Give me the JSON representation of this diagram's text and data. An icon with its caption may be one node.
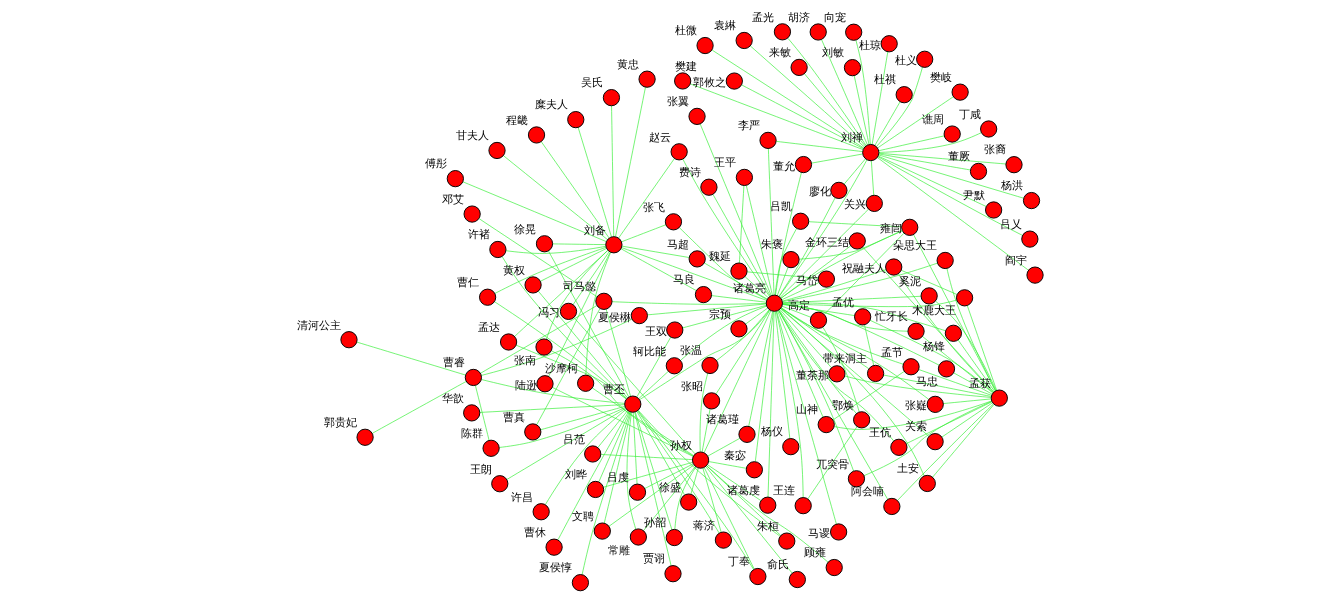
{
  "diagram": {
    "nodes": [
      {
        "text": [
          "山神"
        ]
      },
      {
        "text": [
          "孟节"
        ]
      },
      {
        "text": [
          "蒋济"
        ]
      },
      {
        "text": [
          "张温"
        ]
      },
      {
        "text": [
          "俞氏"
        ]
      },
      {
        "text": [
          "吕虔"
        ]
      },
      {
        "text": [
          "孙韶"
        ]
      },
      {
        "text": [
          "鄂焕"
        ]
      },
      {
        "text": [
          "王连"
        ]
      },
      {
        "text": [
          "朱褒"
        ]
      },
      {
        "text": [
          "带来洞主"
        ]
      },
      {
        "text": [
          "文聘"
        ]
      },
      {
        "text": [
          "忙牙长"
        ]
      },
      {
        "text": [
          "高定"
        ]
      },
      {
        "text": [
          "许褚"
        ]
      },
      {
        "text": [
          "土安"
        ]
      },
      {
        "text": [
          "关索"
        ]
      },
      {
        "text": [
          "孟优"
        ]
      },
      {
        "text": [
          "金环三结"
        ]
      },
      {
        "text": [
          "祝融夫人"
        ]
      },
      {
        "text": [
          "秦宓"
        ]
      },
      {
        "text": [
          "徐盛"
        ]
      },
      {
        "text": [
          "徐晃"
        ]
      },
      {
        "text": [
          "冯习"
        ]
      },
      {
        "text": [
          "张南"
        ]
      },
      {
        "text": [
          "丁奉"
        ]
      },
      {
        "text": [
          "顾雍"
        ]
      },
      {
        "text": [
          "陆逊"
        ]
      },
      {
        "text": [
          "阿会喃"
        ]
      },
      {
        "text": [
          "马忠"
        ]
      },
      {
        "text": [
          "奚泥"
        ]
      },
      {
        "text": [
          "沙摩柯"
        ]
      },
      {
        "text": [
          "甘夫人"
        ]
      },
      {
        "text": [
          "王双"
        ]
      },
      {
        "text": [
          "张昭"
        ]
      },
      {
        "text": [
          "魏延"
        ]
      },
      {
        "text": [
          "吕凯"
        ]
      },
      {
        "text": [
          "朵思大王"
        ]
      },
      {
        "text": [
          "吴氏"
        ]
      },
      {
        "text": [
          "曹仁"
        ]
      },
      {
        "text": [
          "刘晔"
        ]
      },
      {
        "text": [
          "孙权"
        ]
      },
      {
        "text": [
          "董荼那"
        ]
      },
      {
        "text": [
          "木鹿大王"
        ]
      },
      {
        "text": [
          "朱桓"
        ]
      },
      {
        "text": [
          "常雕"
        ]
      },
      {
        "text": [
          "诸葛瑾"
        ]
      },
      {
        "text": [
          "张嶷"
        ]
      },
      {
        "text": [
          "杨锋"
        ]
      },
      {
        "text": [
          "马岱"
        ]
      },
      {
        "text": [
          "糜夫人"
        ]
      },
      {
        "text": [
          "刘备"
        ]
      },
      {
        "text": [
          "马超"
        ]
      },
      {
        "text": [
          "雍闿"
        ]
      },
      {
        "text": [
          "吕范"
        ]
      },
      {
        "text": [
          "曹丕"
        ]
      },
      {
        "text": [
          "诸葛亮"
        ]
      },
      {
        "text": [
          "赵云"
        ]
      },
      {
        "text": [
          "孟获"
        ]
      },
      {
        "text": [
          "张飞"
        ]
      },
      {
        "text": [
          "张翼"
        ]
      },
      {
        "text": [
          "王平"
        ]
      },
      {
        "text": [
          "兀突骨"
        ]
      },
      {
        "text": [
          "轲比能"
        ]
      },
      {
        "text": [
          "傅彤"
        ]
      },
      {
        "text": [
          "马良"
        ]
      },
      {
        "text": [
          "孟达"
        ]
      },
      {
        "text": [
          "关兴"
        ]
      },
      {
        "text": [
          "马谡"
        ]
      },
      {
        "text": [
          "宗预"
        ]
      },
      {
        "text": [
          "曹真"
        ]
      },
      {
        "text": [
          "邓艾"
        ]
      },
      {
        "text": [
          "许昌"
        ]
      },
      {
        "text": [
          "程畿"
        ]
      },
      {
        "text": [
          "诸葛虔"
        ]
      },
      {
        "text": [
          "贾诩"
        ]
      },
      {
        "text": [
          "黄权"
        ]
      },
      {
        "text": [
          "曹休"
        ]
      },
      {
        "text": [
          "司马懿"
        ]
      },
      {
        "text": [
          "黄忠"
        ]
      },
      {
        "text": [
          "李严"
        ]
      },
      {
        "text": [
          "樊建"
        ]
      },
      {
        "text": [
          "董厥"
        ]
      },
      {
        "text": [
          "王伉"
        ]
      },
      {
        "text": [
          "廖化"
        ]
      },
      {
        "text": [
          "王朗"
        ]
      },
      {
        "text": [
          "华歆"
        ]
      },
      {
        "text": [
          "曹睿"
        ]
      },
      {
        "text": [
          "杜琼"
        ]
      },
      {
        "text": [
          "夏侯惇"
        ]
      },
      {
        "text": [
          "刘禅"
        ]
      },
      {
        "text": [
          "董允"
        ]
      },
      {
        "text": [
          "谯周"
        ]
      },
      {
        "text": [
          "费诗"
        ]
      },
      {
        "text": [
          "杨仪"
        ]
      },
      {
        "text": [
          "夏侯楙"
        ]
      },
      {
        "text": [
          "陈群"
        ]
      },
      {
        "text": [
          "吕乂"
        ]
      },
      {
        "text": [
          "杨洪"
        ]
      },
      {
        "text": [
          "郭攸之"
        ]
      },
      {
        "text": [
          "樊岐"
        ]
      },
      {
        "text": [
          "杜义"
        ]
      },
      {
        "text": [
          "袁綝"
        ]
      },
      {
        "text": [
          "杜微"
        ]
      },
      {
        "text": [
          "胡济"
        ]
      },
      {
        "text": [
          "张裔"
        ]
      },
      {
        "text": [
          "尹默"
        ]
      },
      {
        "text": [
          "丁咸"
        ]
      },
      {
        "text": [
          "郭贵妃"
        ]
      },
      {
        "text": [
          "杜祺"
        ]
      },
      {
        "text": [
          "阎宇"
        ]
      },
      {
        "text": [
          "清河公主"
        ]
      },
      {
        "text": [
          "刘敏"
        ]
      },
      {
        "text": [
          "孟光"
        ]
      },
      {
        "text": [
          "来敏"
        ]
      },
      {
        "text": [
          "向宠"
        ]
      }
    ],
    "edges": [
      {
        "from": 0,
        "to": 58,
        "arrow": "none"
      },
      {
        "from": 0,
        "to": 56,
        "arrow": "none"
      },
      {
        "from": 0,
        "to": 1,
        "arrow": "none"
      },
      {
        "from": 1,
        "to": 58,
        "arrow": "none"
      },
      {
        "from": 1,
        "to": 56,
        "arrow": "none"
      },
      {
        "from": 10,
        "to": 58,
        "arrow": "none"
      },
      {
        "from": 10,
        "to": 56,
        "arrow": "none"
      },
      {
        "from": 10,
        "to": 17,
        "arrow": "none"
      },
      {
        "from": 15,
        "to": 58,
        "arrow": "none"
      },
      {
        "from": 15,
        "to": 56,
        "arrow": "none"
      },
      {
        "from": 17,
        "to": 58,
        "arrow": "none"
      },
      {
        "from": 17,
        "to": 56,
        "arrow": "none"
      },
      {
        "from": 19,
        "to": 58,
        "arrow": "none"
      },
      {
        "from": 19,
        "to": 56,
        "arrow": "none"
      },
      {
        "from": 19,
        "to": 43,
        "arrow": "none"
      },
      {
        "from": 30,
        "to": 58,
        "arrow": "none"
      },
      {
        "from": 30,
        "to": 56,
        "arrow": "none"
      },
      {
        "from": 37,
        "to": 58,
        "arrow": "none"
      },
      {
        "from": 37,
        "to": 56,
        "arrow": "none"
      },
      {
        "from": 43,
        "to": 58,
        "arrow": "none"
      },
      {
        "from": 43,
        "to": 56,
        "arrow": "none"
      },
      {
        "from": 48,
        "to": 58,
        "arrow": "none"
      },
      {
        "from": 48,
        "to": 56,
        "arrow": "none"
      },
      {
        "from": 62,
        "to": 58,
        "arrow": "none"
      },
      {
        "from": 62,
        "to": 56,
        "arrow": "none"
      },
      {
        "from": 36,
        "to": 56,
        "arrow": "none"
      },
      {
        "from": 36,
        "to": 53,
        "arrow": "none"
      },
      {
        "from": 53,
        "to": 56,
        "arrow": "none"
      },
      {
        "from": 53,
        "to": 58,
        "arrow": "none"
      },
      {
        "from": 42,
        "to": 58,
        "arrow": "none"
      },
      {
        "from": 42,
        "to": 56,
        "arrow": "none"
      },
      {
        "from": 28,
        "to": 58,
        "arrow": "none"
      },
      {
        "from": 28,
        "to": 56,
        "arrow": "none"
      },
      {
        "from": 18,
        "to": 58,
        "arrow": "none"
      },
      {
        "from": 18,
        "to": 56,
        "arrow": "none"
      },
      {
        "from": 13,
        "to": 56,
        "arrow": "none"
      },
      {
        "from": 13,
        "to": 53,
        "arrow": "none"
      },
      {
        "from": 9,
        "to": 56,
        "arrow": "none"
      },
      {
        "from": 9,
        "to": 53,
        "arrow": "none"
      },
      {
        "from": 7,
        "to": 56,
        "arrow": "none"
      },
      {
        "from": 7,
        "to": 13,
        "arrow": "none"
      },
      {
        "from": 8,
        "to": 56,
        "arrow": "none"
      },
      {
        "from": 8,
        "to": 7,
        "arrow": "none"
      },
      {
        "from": 12,
        "to": 58,
        "arrow": "none"
      },
      {
        "from": 12,
        "to": 56,
        "arrow": "none"
      },
      {
        "from": 16,
        "to": 56,
        "arrow": "none"
      },
      {
        "from": 16,
        "to": 58,
        "arrow": "none"
      },
      {
        "from": 29,
        "to": 56,
        "arrow": "none"
      },
      {
        "from": 29,
        "to": 58,
        "arrow": "none"
      },
      {
        "from": 47,
        "to": 56,
        "arrow": "none"
      },
      {
        "from": 47,
        "to": 58,
        "arrow": "none"
      },
      {
        "from": 61,
        "to": 56,
        "arrow": "none"
      },
      {
        "from": 61,
        "to": 35,
        "arrow": "none"
      },
      {
        "from": 49,
        "to": 56,
        "arrow": "none"
      },
      {
        "from": 49,
        "to": 35,
        "arrow": "none"
      },
      {
        "from": 35,
        "to": 56,
        "arrow": "none"
      },
      {
        "from": 57,
        "to": 56,
        "arrow": "none"
      },
      {
        "from": 83,
        "to": 56,
        "arrow": "none"
      },
      {
        "from": 83,
        "to": 58,
        "arrow": "none"
      },
      {
        "from": 60,
        "to": 56,
        "arrow": "none"
      },
      {
        "from": 69,
        "to": 56,
        "arrow": "none"
      },
      {
        "from": 2,
        "to": 55,
        "arrow": "none"
      },
      {
        "from": 2,
        "to": 41,
        "arrow": "none"
      },
      {
        "from": 3,
        "to": 41,
        "arrow": "none"
      },
      {
        "from": 3,
        "to": 56,
        "arrow": "none"
      },
      {
        "from": 4,
        "to": 41,
        "arrow": "none"
      },
      {
        "from": 5,
        "to": 55,
        "arrow": "none"
      },
      {
        "from": 5,
        "to": 41,
        "arrow": "none"
      },
      {
        "from": 6,
        "to": 41,
        "arrow": "none"
      },
      {
        "from": 6,
        "to": 55,
        "arrow": "none"
      },
      {
        "from": 11,
        "to": 55,
        "arrow": "none"
      },
      {
        "from": 11,
        "to": 41,
        "arrow": "none"
      },
      {
        "from": 14,
        "to": 55,
        "arrow": "none"
      },
      {
        "from": 14,
        "to": 51,
        "arrow": "none"
      },
      {
        "from": 20,
        "to": 56,
        "arrow": "none"
      },
      {
        "from": 20,
        "to": 41,
        "arrow": "none"
      },
      {
        "from": 21,
        "to": 41,
        "arrow": "none"
      },
      {
        "from": 21,
        "to": 55,
        "arrow": "none"
      },
      {
        "from": 22,
        "to": 55,
        "arrow": "none"
      },
      {
        "from": 22,
        "to": 51,
        "arrow": "none"
      },
      {
        "from": 25,
        "to": 41,
        "arrow": "none"
      },
      {
        "from": 25,
        "to": 55,
        "arrow": "none"
      },
      {
        "from": 26,
        "to": 41,
        "arrow": "none"
      },
      {
        "from": 27,
        "to": 41,
        "arrow": "none"
      },
      {
        "from": 27,
        "to": 51,
        "arrow": "none"
      },
      {
        "from": 33,
        "to": 56,
        "arrow": "none"
      },
      {
        "from": 33,
        "to": 55,
        "arrow": "none"
      },
      {
        "from": 34,
        "to": 41,
        "arrow": "none"
      },
      {
        "from": 34,
        "to": 56,
        "arrow": "none"
      },
      {
        "from": 40,
        "to": 55,
        "arrow": "none"
      },
      {
        "from": 40,
        "to": 41,
        "arrow": "none"
      },
      {
        "from": 39,
        "to": 55,
        "arrow": "none"
      },
      {
        "from": 39,
        "to": 51,
        "arrow": "none"
      },
      {
        "from": 46,
        "to": 41,
        "arrow": "none"
      },
      {
        "from": 46,
        "to": 56,
        "arrow": "none"
      },
      {
        "from": 23,
        "to": 51,
        "arrow": "none"
      },
      {
        "from": 23,
        "to": 41,
        "arrow": "none"
      },
      {
        "from": 24,
        "to": 51,
        "arrow": "none"
      },
      {
        "from": 24,
        "to": 41,
        "arrow": "none"
      },
      {
        "from": 31,
        "to": 51,
        "arrow": "none"
      },
      {
        "from": 31,
        "to": 41,
        "arrow": "none"
      },
      {
        "from": 32,
        "to": 51,
        "arrow": "none"
      },
      {
        "from": 38,
        "to": 51,
        "arrow": "none"
      },
      {
        "from": 44,
        "to": 41,
        "arrow": "none"
      },
      {
        "from": 44,
        "to": 55,
        "arrow": "none"
      },
      {
        "from": 45,
        "to": 55,
        "arrow": "none"
      },
      {
        "from": 45,
        "to": 41,
        "arrow": "none"
      },
      {
        "from": 50,
        "to": 51,
        "arrow": "none"
      },
      {
        "from": 52,
        "to": 51,
        "arrow": "none"
      },
      {
        "from": 52,
        "to": 56,
        "arrow": "none"
      },
      {
        "from": 54,
        "to": 41,
        "arrow": "none"
      },
      {
        "from": 54,
        "to": 55,
        "arrow": "none"
      },
      {
        "from": 59,
        "to": 51,
        "arrow": "none"
      },
      {
        "from": 59,
        "to": 56,
        "arrow": "none"
      },
      {
        "from": 63,
        "to": 55,
        "arrow": "none"
      },
      {
        "from": 63,
        "to": 56,
        "arrow": "none"
      },
      {
        "from": 64,
        "to": 51,
        "arrow": "none"
      },
      {
        "from": 65,
        "to": 51,
        "arrow": "none"
      },
      {
        "from": 65,
        "to": 56,
        "arrow": "none"
      },
      {
        "from": 66,
        "to": 51,
        "arrow": "none"
      },
      {
        "from": 66,
        "to": 55,
        "arrow": "none"
      },
      {
        "from": 73,
        "to": 51,
        "arrow": "none"
      },
      {
        "from": 74,
        "to": 41,
        "arrow": "none"
      },
      {
        "from": 74,
        "to": 56,
        "arrow": "none"
      },
      {
        "from": 75,
        "to": 55,
        "arrow": "none"
      },
      {
        "from": 76,
        "to": 51,
        "arrow": "none"
      },
      {
        "from": 76,
        "to": 55,
        "arrow": "none"
      },
      {
        "from": 91,
        "to": 90,
        "arrow": "none"
      },
      {
        "from": 91,
        "to": 56,
        "arrow": "none"
      },
      {
        "from": 51,
        "to": 56,
        "arrow": "none"
      },
      {
        "from": 51,
        "to": 57,
        "arrow": "none"
      },
      {
        "from": 56,
        "to": 41,
        "arrow": "none"
      },
      {
        "from": 56,
        "to": 55,
        "arrow": "none"
      },
      {
        "from": 56,
        "to": 78,
        "arrow": "none"
      },
      {
        "from": 56,
        "to": 90,
        "arrow": "none"
      },
      {
        "from": 55,
        "to": 78,
        "arrow": "none"
      },
      {
        "from": 67,
        "to": 56,
        "arrow": "none"
      },
      {
        "from": 67,
        "to": 90,
        "arrow": "none"
      },
      {
        "from": 68,
        "to": 56,
        "arrow": "none"
      },
      {
        "from": 70,
        "to": 55,
        "arrow": "none"
      },
      {
        "from": 70,
        "to": 78,
        "arrow": "none"
      },
      {
        "from": 71,
        "to": 78,
        "arrow": "none"
      },
      {
        "from": 72,
        "to": 55,
        "arrow": "none"
      },
      {
        "from": 77,
        "to": 55,
        "arrow": "none"
      },
      {
        "from": 78,
        "to": 87,
        "arrow": "none"
      },
      {
        "from": 79,
        "to": 51,
        "arrow": "none"
      },
      {
        "from": 80,
        "to": 56,
        "arrow": "none"
      },
      {
        "from": 80,
        "to": 90,
        "arrow": "none"
      },
      {
        "from": 81,
        "to": 90,
        "arrow": "none"
      },
      {
        "from": 82,
        "to": 90,
        "arrow": "none"
      },
      {
        "from": 84,
        "to": 56,
        "arrow": "none"
      },
      {
        "from": 84,
        "to": 90,
        "arrow": "none"
      },
      {
        "from": 85,
        "to": 55,
        "arrow": "none"
      },
      {
        "from": 86,
        "to": 55,
        "arrow": "none"
      },
      {
        "from": 87,
        "to": 55,
        "arrow": "none"
      },
      {
        "from": 88,
        "to": 90,
        "arrow": "none"
      },
      {
        "from": 89,
        "to": 55,
        "arrow": "none"
      },
      {
        "from": 92,
        "to": 90,
        "arrow": "none"
      },
      {
        "from": 93,
        "to": 56,
        "arrow": "none"
      },
      {
        "from": 94,
        "to": 56,
        "arrow": "none"
      },
      {
        "from": 95,
        "to": 87,
        "arrow": "none"
      },
      {
        "from": 95,
        "to": 56,
        "arrow": "none"
      },
      {
        "from": 96,
        "to": 55,
        "arrow": "none"
      },
      {
        "from": 96,
        "to": 87,
        "arrow": "none"
      },
      {
        "from": 97,
        "to": 90,
        "arrow": "none"
      },
      {
        "from": 98,
        "to": 90,
        "arrow": "none"
      },
      {
        "from": 99,
        "to": 90,
        "arrow": "none"
      },
      {
        "from": 100,
        "to": 90,
        "arrow": "none"
      },
      {
        "from": 101,
        "to": 90,
        "arrow": "none"
      },
      {
        "from": 102,
        "to": 90,
        "arrow": "none"
      },
      {
        "from": 103,
        "to": 90,
        "arrow": "none"
      },
      {
        "from": 104,
        "to": 90,
        "arrow": "none"
      },
      {
        "from": 105,
        "to": 90,
        "arrow": "none"
      },
      {
        "from": 106,
        "to": 90,
        "arrow": "none"
      },
      {
        "from": 107,
        "to": 90,
        "arrow": "none"
      },
      {
        "from": 108,
        "to": 87,
        "arrow": "none"
      },
      {
        "from": 109,
        "to": 90,
        "arrow": "none"
      },
      {
        "from": 110,
        "to": 90,
        "arrow": "none"
      },
      {
        "from": 111,
        "to": 87,
        "arrow": "none"
      },
      {
        "from": 112,
        "to": 90,
        "arrow": "none"
      },
      {
        "from": 113,
        "to": 90,
        "arrow": "none"
      },
      {
        "from": 114,
        "to": 90,
        "arrow": "none"
      },
      {
        "from": 115,
        "to": 90,
        "arrow": "none"
      }
    ]
  }
}
